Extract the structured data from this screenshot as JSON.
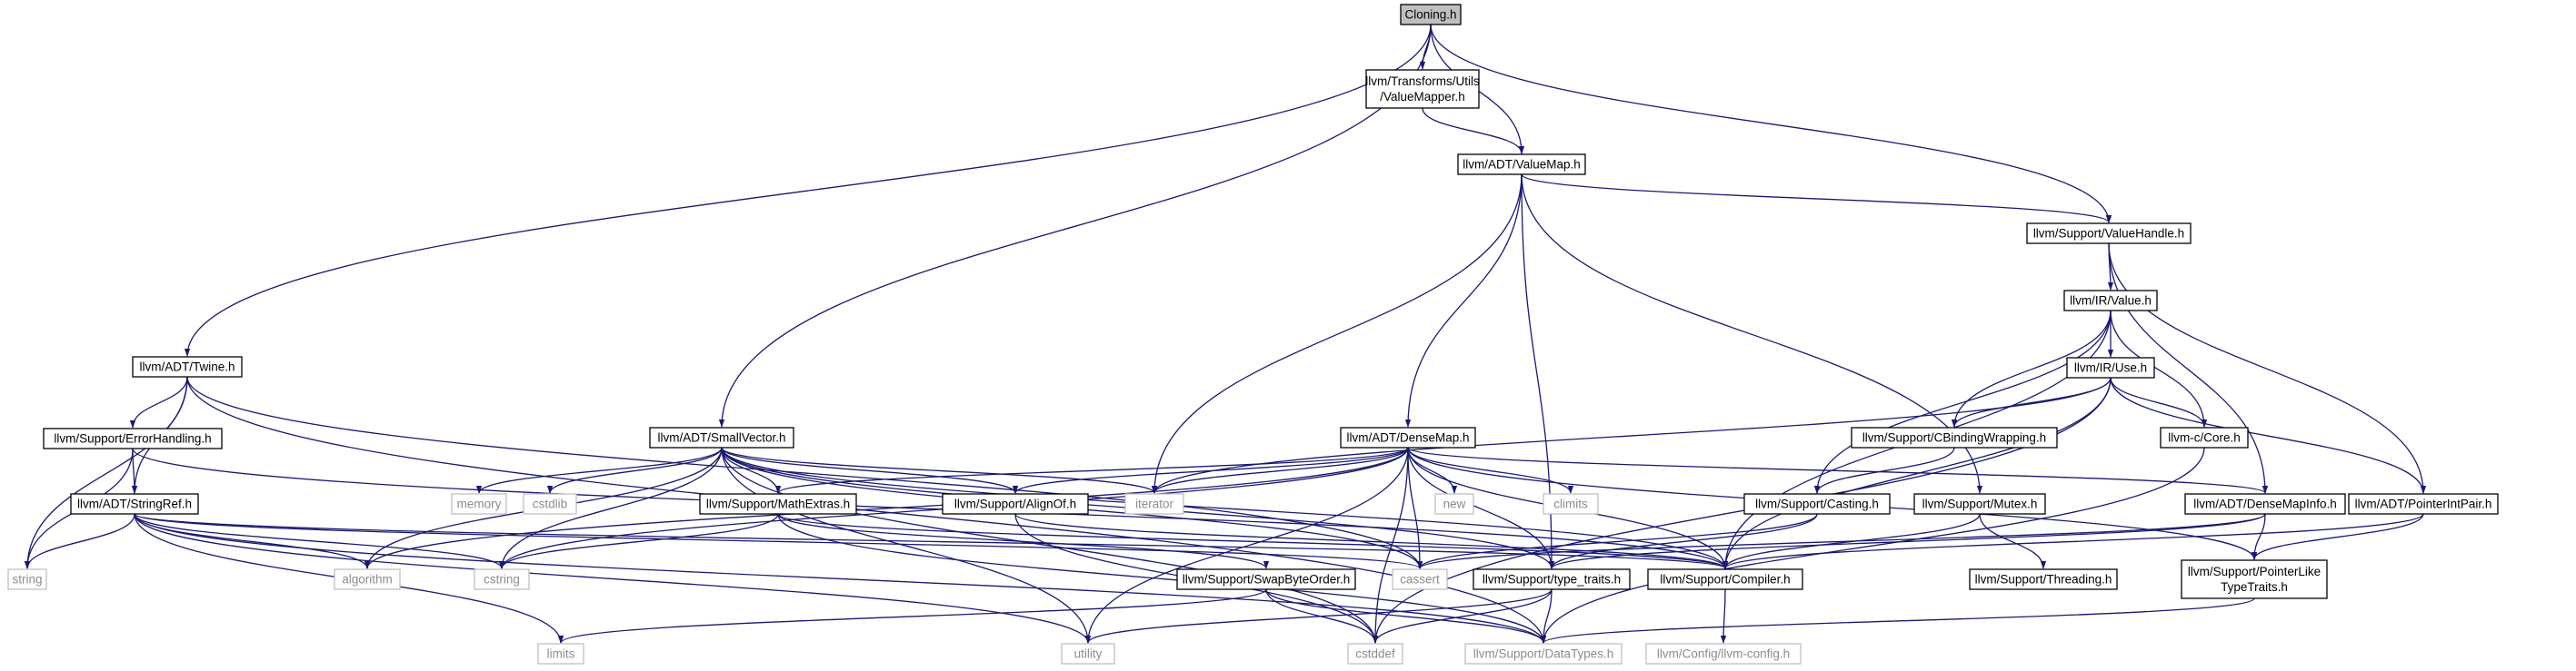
{
  "graph": {
    "colors": {
      "edge": "#191970",
      "root_fill": "#bfbfbf",
      "local_border": "#000000",
      "system_border": "#bfbfbf",
      "system_text": "#8c8c8c"
    },
    "nodes": {
      "cloning": {
        "lines": [
          "Cloning.h"
        ],
        "kind": "root"
      },
      "valuemapper": {
        "lines": [
          "llvm/Transforms/Utils",
          "/ValueMapper.h"
        ],
        "kind": "local"
      },
      "valuemap": {
        "lines": [
          "llvm/ADT/ValueMap.h"
        ],
        "kind": "local"
      },
      "valuehandle": {
        "lines": [
          "llvm/Support/ValueHandle.h"
        ],
        "kind": "local"
      },
      "irvalue": {
        "lines": [
          "llvm/IR/Value.h"
        ],
        "kind": "local"
      },
      "iruse": {
        "lines": [
          "llvm/IR/Use.h"
        ],
        "kind": "local"
      },
      "twine": {
        "lines": [
          "llvm/ADT/Twine.h"
        ],
        "kind": "local"
      },
      "smallvector": {
        "lines": [
          "llvm/ADT/SmallVector.h"
        ],
        "kind": "local"
      },
      "densemap": {
        "lines": [
          "llvm/ADT/DenseMap.h"
        ],
        "kind": "local"
      },
      "errorhandling": {
        "lines": [
          "llvm/Support/ErrorHandling.h"
        ],
        "kind": "local"
      },
      "stringref": {
        "lines": [
          "llvm/ADT/StringRef.h"
        ],
        "kind": "local"
      },
      "cbinding": {
        "lines": [
          "llvm/Support/CBindingWrapping.h"
        ],
        "kind": "local"
      },
      "ccore": {
        "lines": [
          "llvm-c/Core.h"
        ],
        "kind": "local"
      },
      "memory": {
        "lines": [
          "memory"
        ],
        "kind": "system"
      },
      "cstdlib": {
        "lines": [
          "cstdlib"
        ],
        "kind": "system"
      },
      "mathextras": {
        "lines": [
          "llvm/Support/MathExtras.h"
        ],
        "kind": "local"
      },
      "alignof": {
        "lines": [
          "llvm/Support/AlignOf.h"
        ],
        "kind": "local"
      },
      "iterator": {
        "lines": [
          "iterator"
        ],
        "kind": "system"
      },
      "new": {
        "lines": [
          "new"
        ],
        "kind": "system"
      },
      "climits": {
        "lines": [
          "climits"
        ],
        "kind": "system"
      },
      "casting": {
        "lines": [
          "llvm/Support/Casting.h"
        ],
        "kind": "local"
      },
      "mutex": {
        "lines": [
          "llvm/Support/Mutex.h"
        ],
        "kind": "local"
      },
      "densemapinfo": {
        "lines": [
          "llvm/ADT/DenseMapInfo.h"
        ],
        "kind": "local"
      },
      "pointerintpair": {
        "lines": [
          "llvm/ADT/PointerIntPair.h"
        ],
        "kind": "local"
      },
      "string": {
        "lines": [
          "string"
        ],
        "kind": "system"
      },
      "algorithm": {
        "lines": [
          "algorithm"
        ],
        "kind": "system"
      },
      "cstring": {
        "lines": [
          "cstring"
        ],
        "kind": "system"
      },
      "swapbyteorder": {
        "lines": [
          "llvm/Support/SwapByteOrder.h"
        ],
        "kind": "local"
      },
      "cassert": {
        "lines": [
          "cassert"
        ],
        "kind": "system"
      },
      "typetraits": {
        "lines": [
          "llvm/Support/type_traits.h"
        ],
        "kind": "local"
      },
      "compiler": {
        "lines": [
          "llvm/Support/Compiler.h"
        ],
        "kind": "local"
      },
      "threading": {
        "lines": [
          "llvm/Support/Threading.h"
        ],
        "kind": "local"
      },
      "pointerlike": {
        "lines": [
          "llvm/Support/PointerLike",
          "TypeTraits.h"
        ],
        "kind": "local"
      },
      "limits": {
        "lines": [
          "limits"
        ],
        "kind": "system"
      },
      "utility": {
        "lines": [
          "utility"
        ],
        "kind": "system"
      },
      "cstddef": {
        "lines": [
          "cstddef"
        ],
        "kind": "system"
      },
      "datatypes": {
        "lines": [
          "llvm/Support/DataTypes.h"
        ],
        "kind": "system"
      },
      "llvmconfig": {
        "lines": [
          "llvm/Config/llvm-config.h"
        ],
        "kind": "system"
      }
    }
  }
}
